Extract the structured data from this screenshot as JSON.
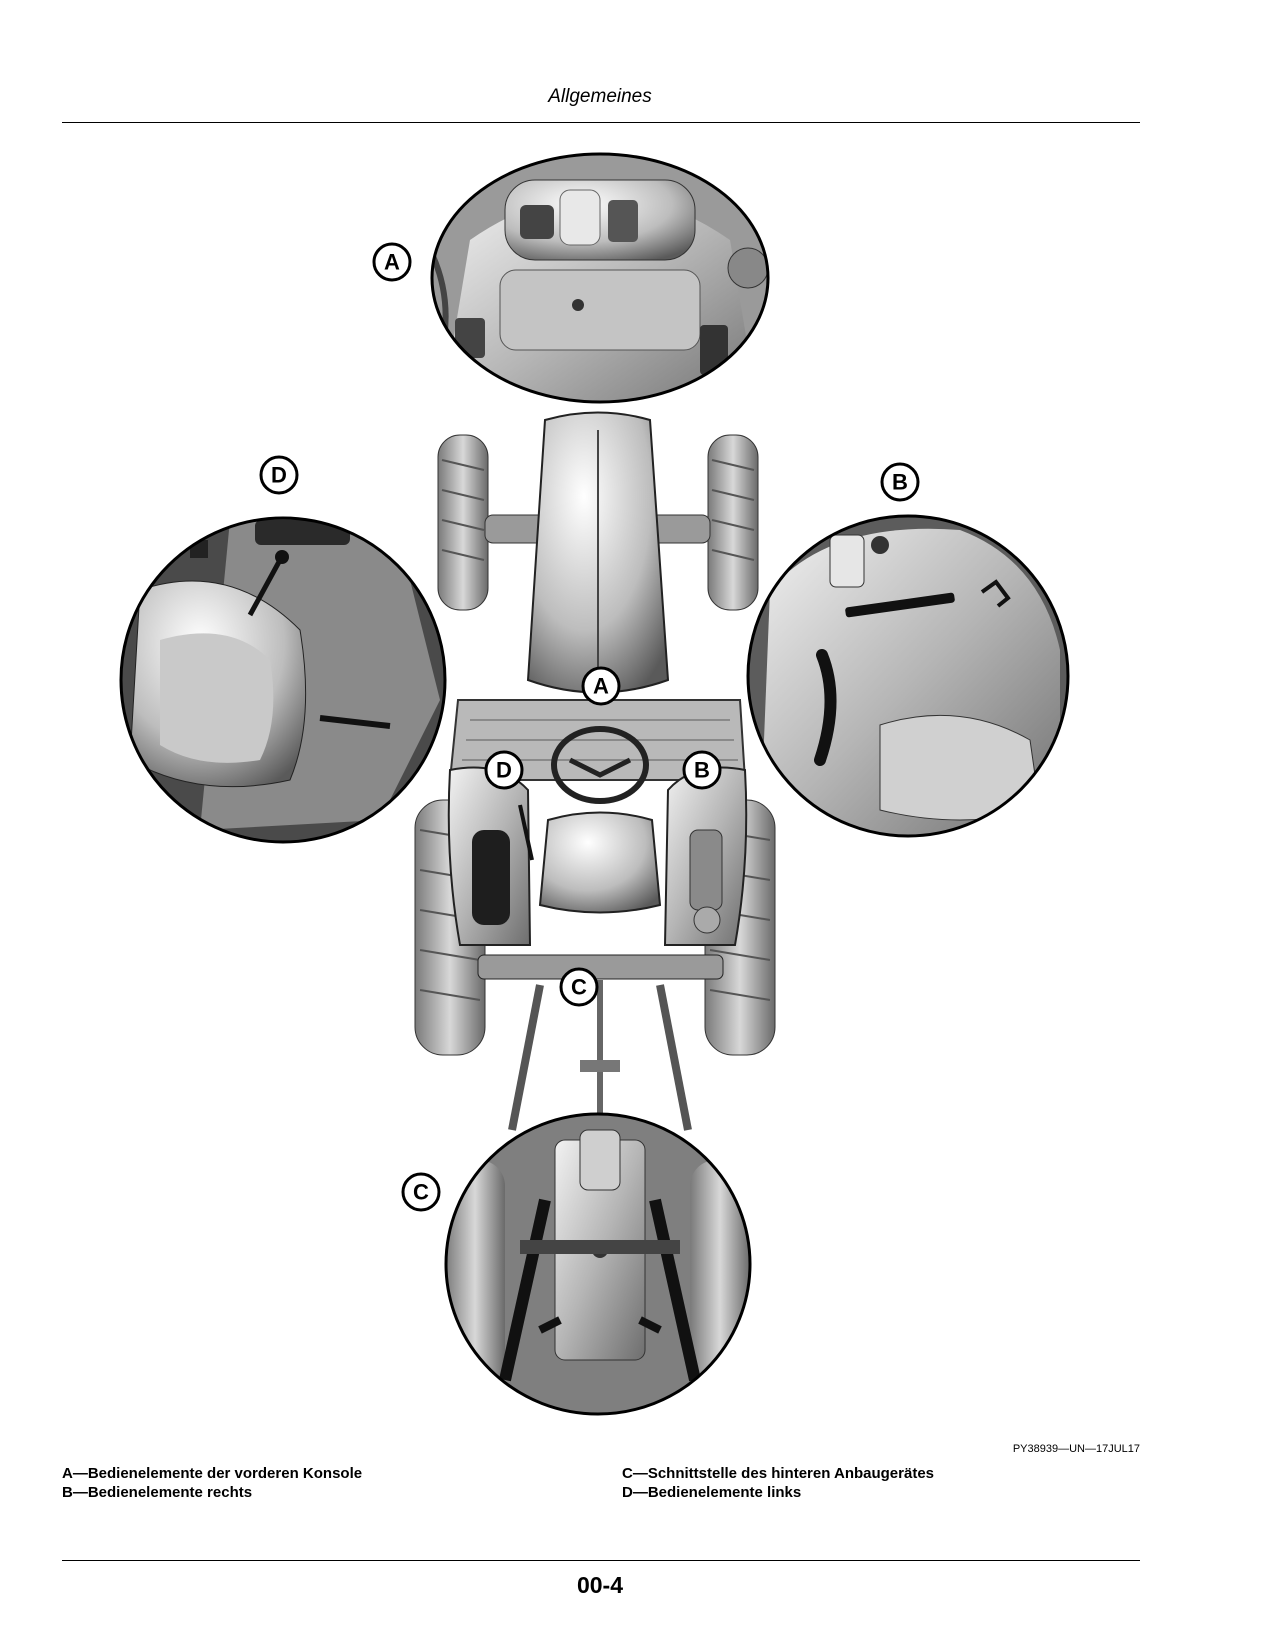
{
  "header": {
    "title": "Allgemeines"
  },
  "figure": {
    "callouts": {
      "a": "A",
      "b": "B",
      "c": "C",
      "d": "D"
    },
    "figure_id": "PY38939—UN—17JUL17"
  },
  "legend": {
    "left": [
      "A—Bedienelemente der vorderen Konsole",
      "B—Bedienelemente rechts"
    ],
    "right": [
      "C—Schnittstelle des hinteren Anbaugerätes",
      "D—Bedienelemente links"
    ]
  },
  "footer": {
    "page_number": "00-4"
  }
}
